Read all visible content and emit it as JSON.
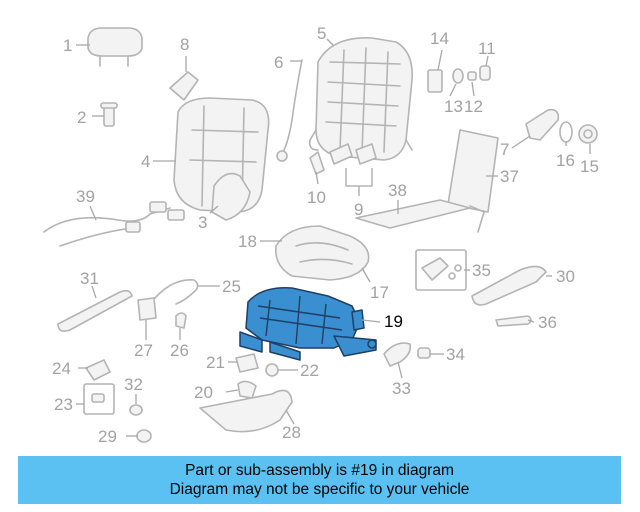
{
  "callouts": [
    {
      "id": "c1",
      "text": "1"
    },
    {
      "id": "c2",
      "text": "2"
    },
    {
      "id": "c3",
      "text": "3"
    },
    {
      "id": "c4",
      "text": "4"
    },
    {
      "id": "c5",
      "text": "5"
    },
    {
      "id": "c6",
      "text": "6"
    },
    {
      "id": "c7",
      "text": "7"
    },
    {
      "id": "c8",
      "text": "8"
    },
    {
      "id": "c9",
      "text": "9"
    },
    {
      "id": "c10",
      "text": "10"
    },
    {
      "id": "c11",
      "text": "11"
    },
    {
      "id": "c12",
      "text": "12"
    },
    {
      "id": "c13",
      "text": "13"
    },
    {
      "id": "c14",
      "text": "14"
    },
    {
      "id": "c15",
      "text": "15"
    },
    {
      "id": "c16",
      "text": "16"
    },
    {
      "id": "c17",
      "text": "17"
    },
    {
      "id": "c18",
      "text": "18"
    },
    {
      "id": "c19",
      "text": "19",
      "highlighted": true
    },
    {
      "id": "c20",
      "text": "20"
    },
    {
      "id": "c21",
      "text": "21"
    },
    {
      "id": "c22",
      "text": "22"
    },
    {
      "id": "c23",
      "text": "23"
    },
    {
      "id": "c24",
      "text": "24"
    },
    {
      "id": "c25",
      "text": "25"
    },
    {
      "id": "c26",
      "text": "26"
    },
    {
      "id": "c27",
      "text": "27"
    },
    {
      "id": "c28",
      "text": "28"
    },
    {
      "id": "c29",
      "text": "29"
    },
    {
      "id": "c30",
      "text": "30"
    },
    {
      "id": "c31",
      "text": "31"
    },
    {
      "id": "c32",
      "text": "32"
    },
    {
      "id": "c33",
      "text": "33"
    },
    {
      "id": "c34",
      "text": "34"
    },
    {
      "id": "c35",
      "text": "35"
    },
    {
      "id": "c36",
      "text": "36"
    },
    {
      "id": "c37",
      "text": "37"
    },
    {
      "id": "c38",
      "text": "38"
    },
    {
      "id": "c39",
      "text": "39"
    }
  ],
  "banner": {
    "line1": "Part or sub-assembly is #19 in diagram",
    "line2": "Diagram may not be specific to your vehicle"
  },
  "colors": {
    "banner_bg": "#5bc1f2",
    "highlight_part": "#3a8fd0",
    "part_outline": "#b4b4b4",
    "callout_text": "#a2a2a2"
  }
}
